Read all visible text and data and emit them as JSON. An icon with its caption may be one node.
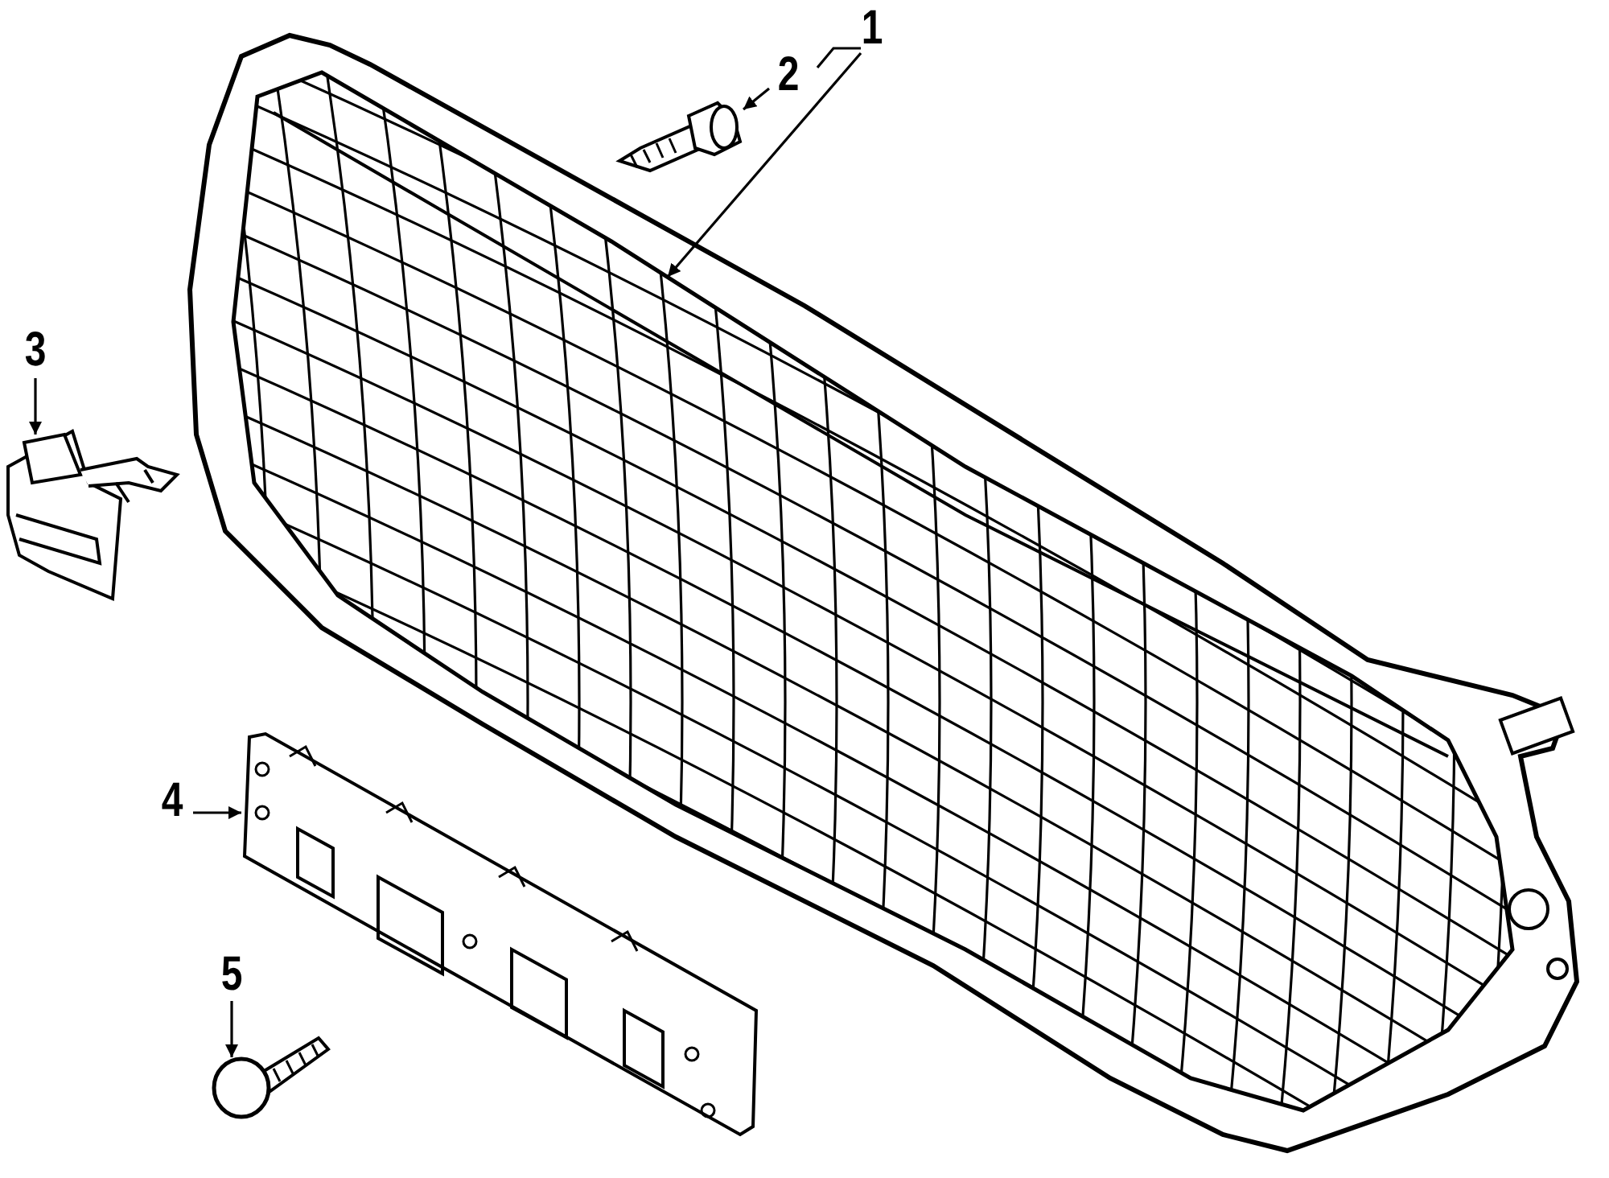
{
  "diagram": {
    "nodes": [
      {
        "text": [
          "1"
        ]
      },
      {
        "text": [
          "2"
        ]
      },
      {
        "text": [
          "3"
        ]
      },
      {
        "text": [
          "4"
        ]
      },
      {
        "text": [
          "5"
        ]
      },
      {
        "text": [],
        "shape": "picture"
      },
      {
        "text": [],
        "shape": "picture"
      },
      {
        "text": [],
        "shape": "picture"
      },
      {
        "text": [],
        "shape": "picture"
      },
      {
        "text": [],
        "shape": "picture"
      }
    ],
    "edges": [
      {
        "from": 0,
        "to": 5,
        "arrow": "to"
      },
      {
        "from": 1,
        "to": 6,
        "arrow": "to"
      },
      {
        "from": 2,
        "to": 7,
        "arrow": "to"
      },
      {
        "from": 3,
        "to": 8,
        "arrow": "to"
      },
      {
        "from": 4,
        "to": 9,
        "arrow": "to"
      }
    ]
  }
}
